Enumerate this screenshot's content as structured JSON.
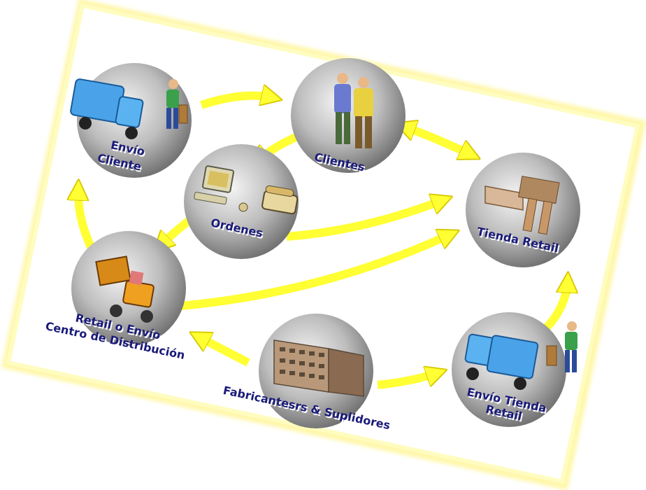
{
  "nodes": {
    "envio_cliente": {
      "line1": "Envío",
      "line2": "Cliente"
    },
    "clientes": {
      "label": "Clientes"
    },
    "ordenes": {
      "label": "Ordenes"
    },
    "tienda_retail": {
      "label": "Tienda Retail"
    },
    "retail_envio": {
      "line1": "Retail o Envío",
      "line2": "Centro de Distribución"
    },
    "fabricantes": {
      "label": "Fabricantesrs & Suplidores"
    },
    "envio_tienda": {
      "line1": "Envío Tienda",
      "line2": "Retail"
    }
  },
  "colors": {
    "arrow": "#ffff33",
    "arrow_stroke": "#e0d000",
    "frame": "#fffcc0",
    "label": "#1a1a7a",
    "sphere_light": "#f2f2f2",
    "sphere_dark": "#7a7a7a"
  },
  "icons": {
    "envio_cliente": "delivery-truck-with-worker-icon",
    "clientes": "two-people-icon",
    "ordenes": "computer-and-phone-icon",
    "tienda_retail": "store-building-icon",
    "retail_envio": "forklift-icon",
    "fabricantes": "factory-building-icon",
    "envio_tienda": "delivery-truck-with-worker-icon"
  }
}
